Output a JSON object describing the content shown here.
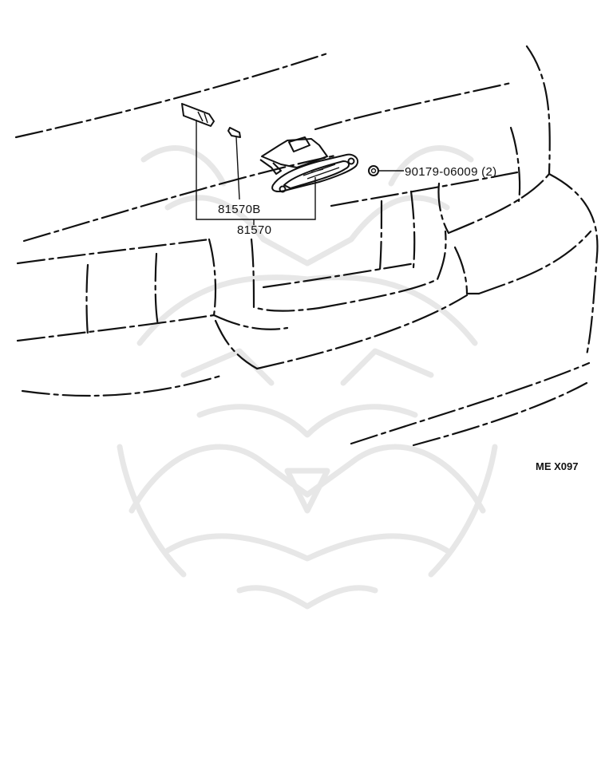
{
  "diagram": {
    "parts": [
      {
        "id": "part-81570",
        "number": "81570"
      },
      {
        "id": "part-81570b",
        "number": "81570B"
      },
      {
        "id": "part-90179",
        "number": "90179-06009 (2)"
      }
    ],
    "illustration_code": "ME X097",
    "watermark_icon": "samurai-mask-icon"
  }
}
